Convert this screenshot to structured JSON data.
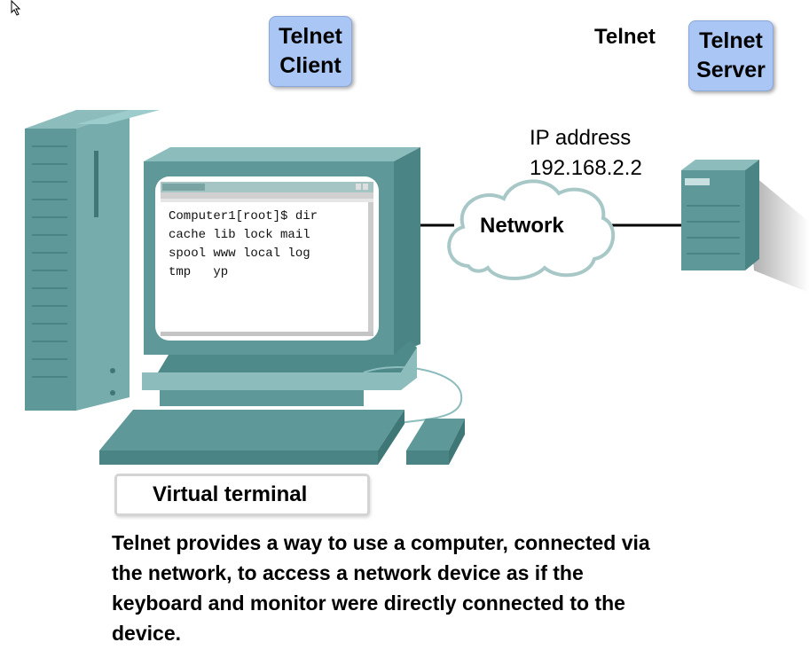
{
  "labels": {
    "telnet_client": "Telnet\nClient",
    "telnet_heading": "Telnet",
    "telnet_server": "Telnet\nServer",
    "ip_label": "IP address",
    "ip_value": "192.168.2.2",
    "network": "Network",
    "virtual_terminal": "Virtual terminal"
  },
  "terminal": {
    "lines": [
      "Computer1[root]$ dir",
      "cache lib lock mail",
      "spool www local log",
      "tmp   yp"
    ]
  },
  "caption": "Telnet provides a way to use a computer, connected via the network, to access a network device as if the keyboard and monitor were directly connected to the device.",
  "colors": {
    "device_teal": "#5e9898",
    "label_box_blue": "#a9c6f4"
  },
  "icons": [
    "mouse-cursor-icon",
    "cloud-icon",
    "computer-icon",
    "server-icon"
  ]
}
